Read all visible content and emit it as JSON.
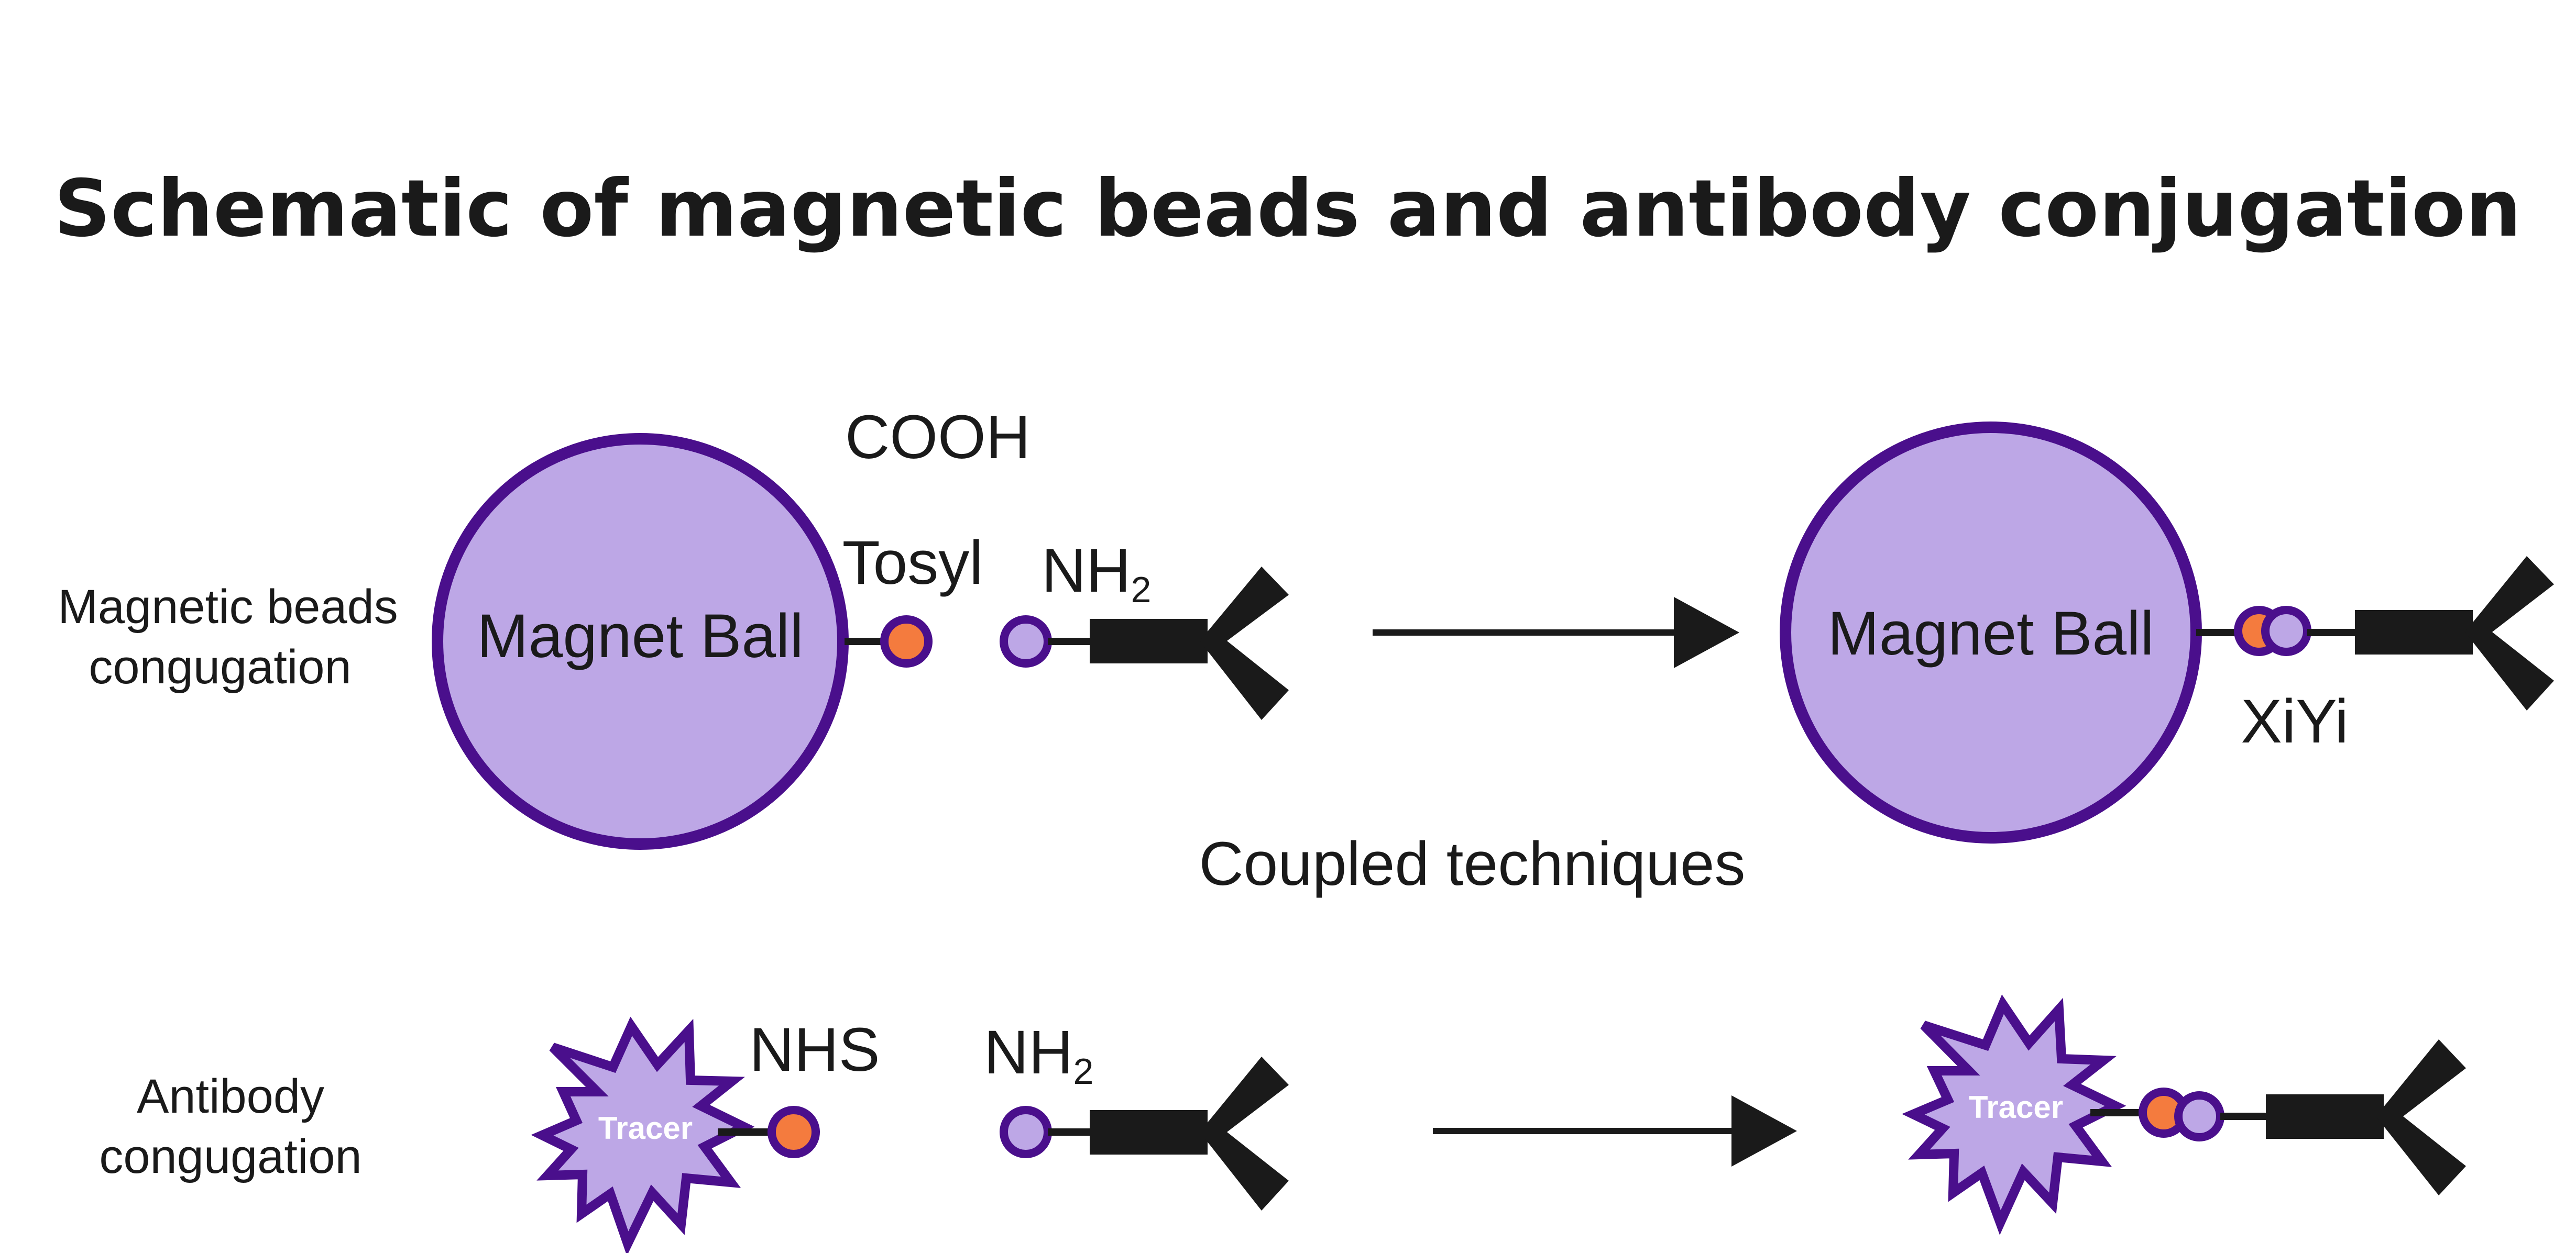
{
  "title": "Schematic of magnetic beads  and antibody conjugation",
  "rows": {
    "magnetic": {
      "label_line1": "Magnetic beads",
      "label_line2": "congugation",
      "ball_label": "Magnet Ball",
      "group_cooh": "COOH",
      "group_tosyl": "Tosyl",
      "amine": "NH",
      "amine_sub": "2",
      "product_ball_label": "Magnet Ball",
      "product_label": "XiYi"
    },
    "middle_caption": "Coupled techniques",
    "antibody": {
      "label_line1": "Antibody",
      "label_line2": "congugation",
      "tracer_label": "Tracer",
      "group_nhs": "NHS",
      "amine": "NH",
      "amine_sub": "2",
      "product_tracer_label": "Tracer"
    }
  },
  "colors": {
    "bead_fill": "#bda7e6",
    "bead_stroke": "#4a0f8c",
    "reactive_dot": "#f47b3e",
    "amine_dot": "#bda7e6",
    "antibody": "#1a1a1a",
    "text": "#1a1a1a"
  },
  "icons": [
    "antibody-icon",
    "arrow-icon",
    "tracer-burst-icon"
  ]
}
